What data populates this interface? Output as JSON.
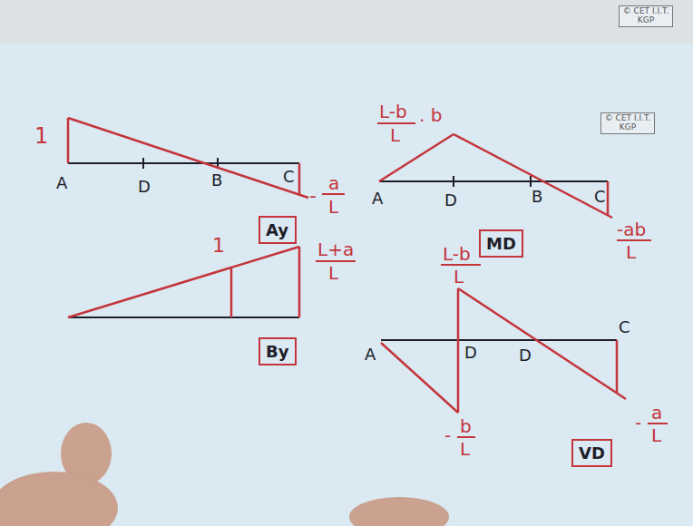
{
  "diagram": {
    "nodes": [
      {
        "text": [
          "Ay"
        ]
      },
      {
        "text": [
          "MD"
        ]
      },
      {
        "text": [
          "By"
        ]
      },
      {
        "text": [
          "VD"
        ]
      }
    ],
    "labels": [
      "© CET I.I.T. KGP",
      "© CET I.I.T. KGP",
      "1",
      "A",
      "D",
      "B",
      "C",
      "-",
      "a",
      "L",
      "L-b",
      "L",
      ". b",
      "A",
      "D",
      "B",
      "C",
      "-ab",
      "L",
      "1",
      "L+a",
      "L",
      "L-b",
      "L",
      "A",
      "D",
      "D",
      "C",
      "-",
      "b",
      "L",
      "-",
      "a",
      "L"
    ]
  }
}
